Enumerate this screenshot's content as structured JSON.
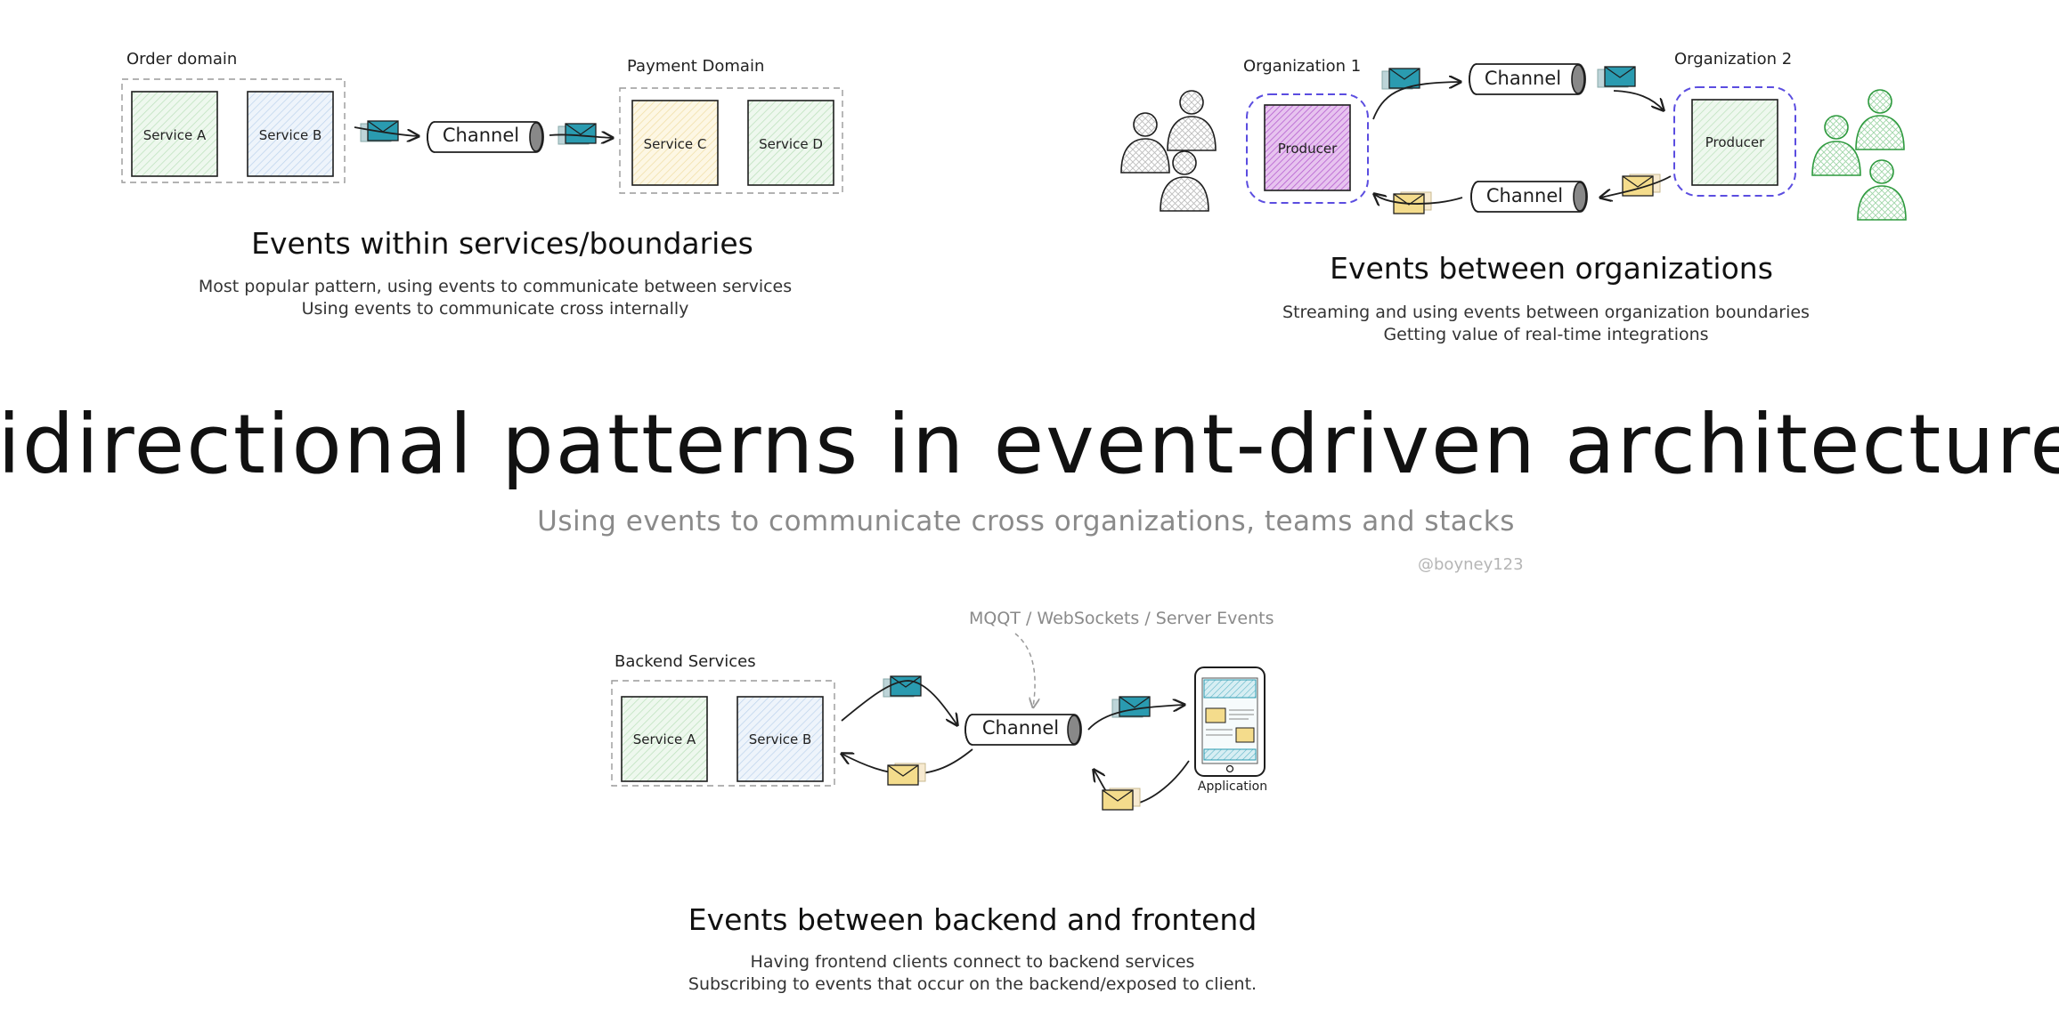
{
  "header": {
    "title": "Bidirectional patterns in event-driven architectures",
    "subtitle": "Using events to communicate cross organizations, teams and stacks",
    "handle": "@boyney123"
  },
  "within": {
    "title": "Events within services/boundaries",
    "desc_line1": "Most popular pattern, using events to communicate between services",
    "desc_line2": "Using events to communicate cross internally",
    "order_domain_label": "Order domain",
    "payment_domain_label": "Payment Domain",
    "service_a": "Service A",
    "service_b": "Service B",
    "service_c": "Service C",
    "service_d": "Service D",
    "channel": "Channel"
  },
  "orgs": {
    "title": "Events between organizations",
    "desc_line1": "Streaming and using events between organization boundaries",
    "desc_line2": "Getting value of real-time integrations",
    "org1_label": "Organization 1",
    "org2_label": "Organization 2",
    "producer1": "Producer",
    "producer2": "Producer",
    "channel_top": "Channel",
    "channel_bottom": "Channel"
  },
  "frontend": {
    "title": "Events between backend and frontend",
    "desc_line1": "Having frontend clients connect to backend services",
    "desc_line2": "Subscribing to events that occur on the backend/exposed to client.",
    "backend_label": "Backend Services",
    "service_a": "Service A",
    "service_b": "Service B",
    "channel": "Channel",
    "protocols": "MQQT / WebSockets / Server Events",
    "app_label": "Application"
  },
  "colors": {
    "green_fill": "#e3f3e3",
    "blue_fill": "#e3eef9",
    "yellow_fill": "#fbf1d4",
    "purple_fill": "#d9a6e8",
    "envelope_teal": "#2a9bb0",
    "envelope_yellow": "#f4dc8c",
    "dashed_purple": "#5b4de0",
    "user_green": "#2e9a3e"
  }
}
